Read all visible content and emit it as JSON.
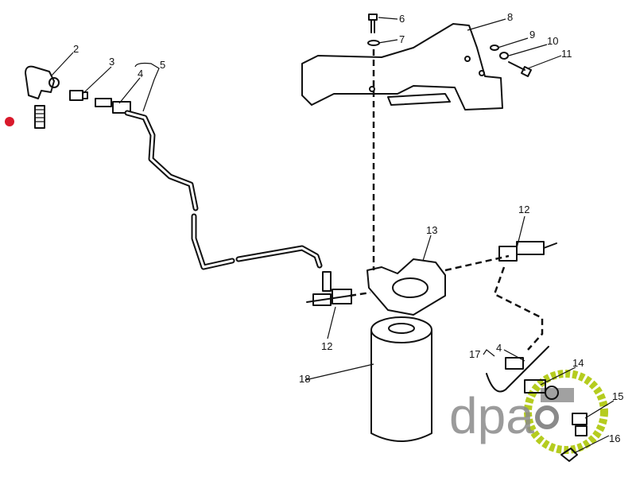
{
  "diagram": {
    "callouts": {
      "c2": "2",
      "c3": "3",
      "c4a": "4",
      "c5": "5",
      "c6": "6",
      "c7": "7",
      "c8": "8",
      "c9": "9",
      "c10": "10",
      "c11": "11",
      "c12a": "12",
      "c13": "13",
      "c12b": "12",
      "c18": "18",
      "c17": "17",
      "c4b": "4",
      "c14": "14",
      "c15": "15",
      "c16": "16"
    },
    "marker_color": "#d9192b",
    "logo": {
      "text": "dpa",
      "gear_color": "#b5cc1f",
      "text_color": "#8a8a8a"
    }
  }
}
